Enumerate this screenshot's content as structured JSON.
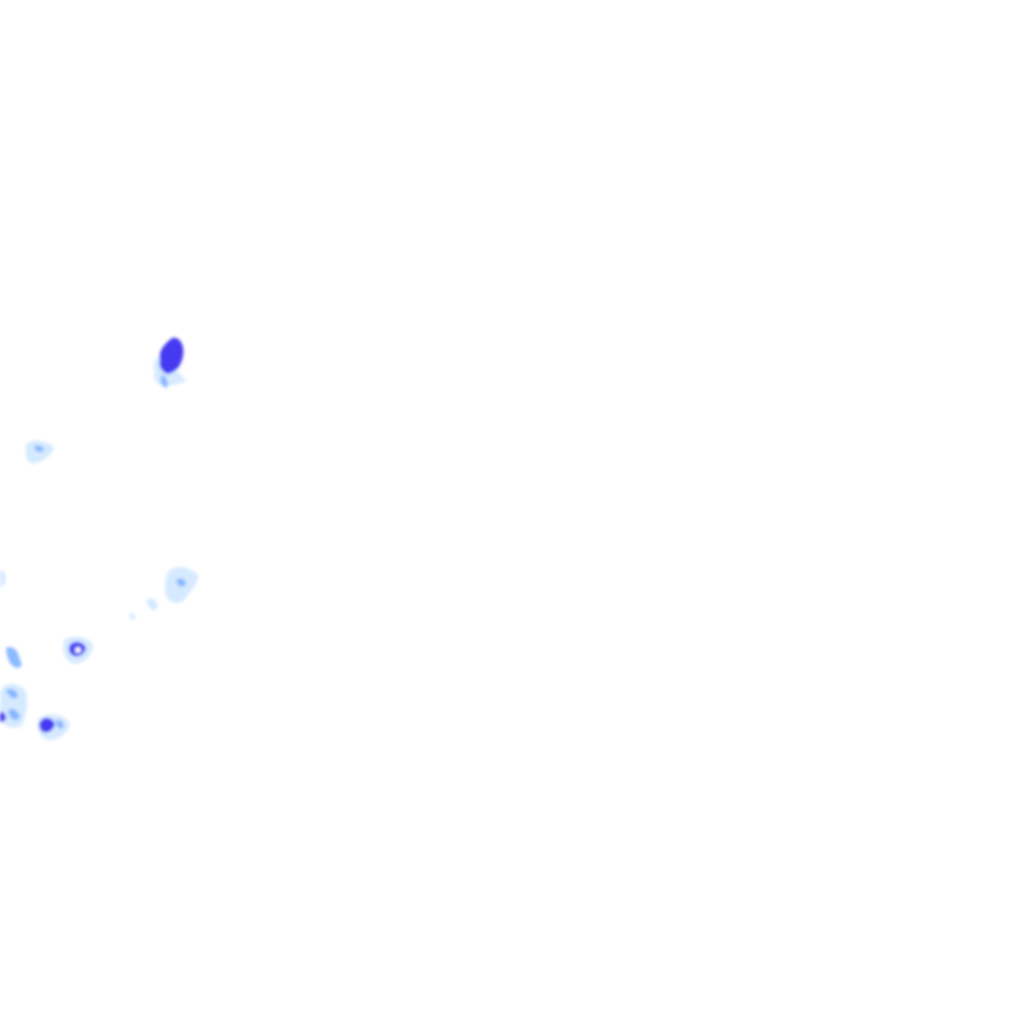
{
  "colors": {
    "background": "#ffffff",
    "intensity_low": "#cfe6ff",
    "intensity_mid": "#7fb2ff",
    "intensity_high": "#3c2ff0"
  },
  "layer": {
    "type": "radar-precipitation-overlay",
    "intensity_levels": [
      "low",
      "mid",
      "high"
    ],
    "cells": [
      {
        "id": "cell-1",
        "level": "high"
      },
      {
        "id": "cell-2",
        "level": "low"
      },
      {
        "id": "cell-3",
        "level": "low"
      },
      {
        "id": "cell-4",
        "level": "low"
      },
      {
        "id": "cell-5",
        "level": "mid"
      },
      {
        "id": "cell-6",
        "level": "mid"
      },
      {
        "id": "cell-7",
        "level": "mid"
      },
      {
        "id": "cell-8",
        "level": "high"
      },
      {
        "id": "cell-9",
        "level": "low"
      }
    ]
  }
}
